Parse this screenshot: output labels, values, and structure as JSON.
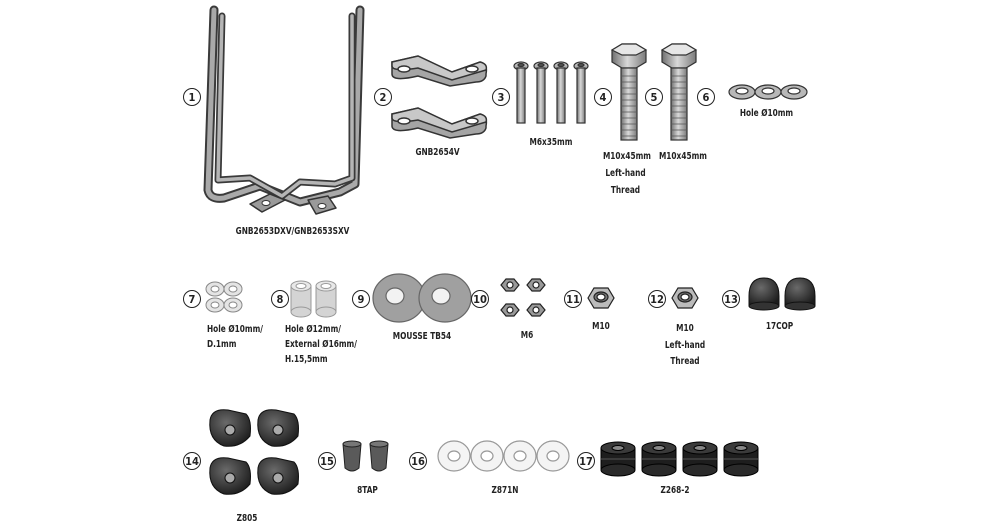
{
  "parts": [
    {
      "number": "1",
      "label": "GNB2653DXV/GNB2653SXV"
    },
    {
      "number": "2",
      "label": "GNB2654V"
    },
    {
      "number": "3",
      "label": "M6x35mm"
    },
    {
      "number": "4",
      "label": "M10x45mm",
      "label2": "Left-hand",
      "label3": "Thread"
    },
    {
      "number": "5",
      "label": "M10x45mm"
    },
    {
      "number": "6",
      "label": "Hole Ø10mm"
    },
    {
      "number": "7",
      "label": "Hole Ø10mm/",
      "label2": "D.1mm"
    },
    {
      "number": "8",
      "label": "Hole Ø12mm/",
      "label2": "External Ø16mm/",
      "label3": "H.15,5mm"
    },
    {
      "number": "9",
      "label": "MOUSSE TB54"
    },
    {
      "number": "10",
      "label": "M6"
    },
    {
      "number": "11",
      "label": "M10"
    },
    {
      "number": "12",
      "label": "M10",
      "label2": "Left-hand",
      "label3": "Thread"
    },
    {
      "number": "13",
      "label": "17COP"
    },
    {
      "number": "14",
      "label": "Z805"
    },
    {
      "number": "15",
      "label": "8TAP"
    },
    {
      "number": "16",
      "label": "Z871N"
    },
    {
      "number": "17",
      "label": "Z268-2"
    }
  ]
}
